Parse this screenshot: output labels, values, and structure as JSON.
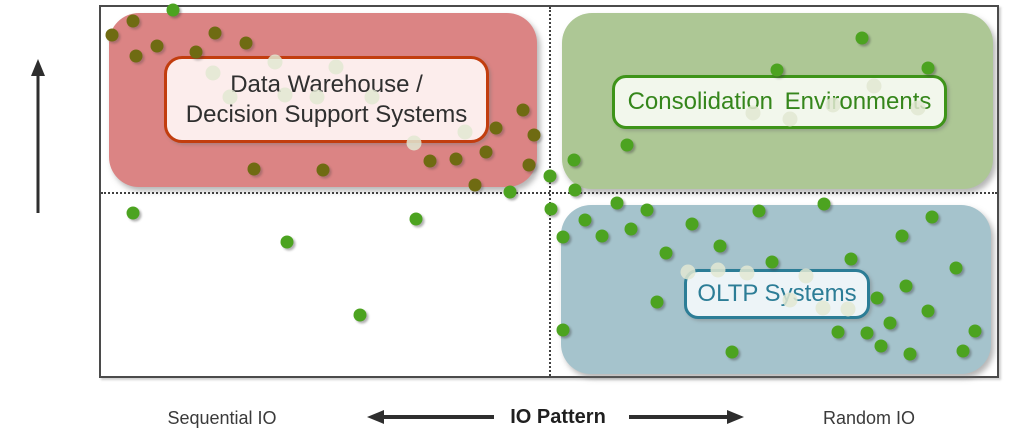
{
  "diagram": {
    "type": "quadrant-diagram",
    "x_axis": {
      "left_end": "Sequential IO",
      "label": "IO Pattern",
      "right_end": "Random IO"
    },
    "regions": {
      "dw": {
        "quadrant": "top-left",
        "line1": "Data Warehouse /",
        "line2": "Decision Support Systems",
        "fill": "#DB8484",
        "box_fill": "#FCEDEC",
        "box_border": "#C23D0E",
        "text_color": "#2F2F2F"
      },
      "consolidation": {
        "quadrant": "top-right",
        "label": "Consolidation Environments",
        "fill": "#ADC795",
        "box_fill": "#F2F7EC",
        "box_border": "#3E9419",
        "text_color": "#35861B"
      },
      "oltp": {
        "quadrant": "bottom-right",
        "label": "OLTP Systems",
        "fill": "#A5C3CC",
        "box_fill": "#EDF4F7",
        "box_border": "#2C7D96",
        "text_color": "#2C7D96"
      }
    },
    "dot_colors": {
      "bright": "#4CA320",
      "olive": "#6F6B12",
      "pale": "#E2E7D2"
    },
    "dots": [
      [
        112,
        35,
        "o"
      ],
      [
        133,
        21,
        "o"
      ],
      [
        157,
        46,
        "o"
      ],
      [
        136,
        56,
        "o"
      ],
      [
        196,
        52,
        "o"
      ],
      [
        215,
        33,
        "o"
      ],
      [
        246,
        43,
        "o"
      ],
      [
        254,
        169,
        "o"
      ],
      [
        323,
        170,
        "o"
      ],
      [
        430,
        161,
        "o"
      ],
      [
        456,
        159,
        "o"
      ],
      [
        486,
        152,
        "o"
      ],
      [
        496,
        128,
        "o"
      ],
      [
        523,
        110,
        "o"
      ],
      [
        534,
        135,
        "o"
      ],
      [
        529,
        165,
        "o"
      ],
      [
        475,
        185,
        "o"
      ],
      [
        173,
        10,
        "b"
      ],
      [
        213,
        73,
        "p"
      ],
      [
        230,
        97,
        "p"
      ],
      [
        275,
        62,
        "p"
      ],
      [
        285,
        95,
        "p"
      ],
      [
        317,
        97,
        "p"
      ],
      [
        336,
        67,
        "p"
      ],
      [
        372,
        97,
        "p"
      ],
      [
        414,
        143,
        "p"
      ],
      [
        465,
        132,
        "p"
      ],
      [
        862,
        38,
        "b"
      ],
      [
        777,
        70,
        "b"
      ],
      [
        928,
        68,
        "b"
      ],
      [
        627,
        145,
        "b"
      ],
      [
        574,
        160,
        "b"
      ],
      [
        550,
        176,
        "b"
      ],
      [
        575,
        190,
        "b"
      ],
      [
        753,
        113,
        "p"
      ],
      [
        790,
        119,
        "p"
      ],
      [
        833,
        105,
        "p"
      ],
      [
        874,
        86,
        "p"
      ],
      [
        918,
        108,
        "p"
      ],
      [
        133,
        213,
        "b"
      ],
      [
        287,
        242,
        "b"
      ],
      [
        416,
        219,
        "b"
      ],
      [
        360,
        315,
        "b"
      ],
      [
        510,
        192,
        "b"
      ],
      [
        551,
        209,
        "b"
      ],
      [
        617,
        203,
        "b"
      ],
      [
        647,
        210,
        "b"
      ],
      [
        585,
        220,
        "b"
      ],
      [
        563,
        237,
        "b"
      ],
      [
        602,
        236,
        "b"
      ],
      [
        631,
        229,
        "b"
      ],
      [
        692,
        224,
        "b"
      ],
      [
        720,
        246,
        "b"
      ],
      [
        666,
        253,
        "b"
      ],
      [
        759,
        211,
        "b"
      ],
      [
        824,
        204,
        "b"
      ],
      [
        932,
        217,
        "b"
      ],
      [
        902,
        236,
        "b"
      ],
      [
        851,
        259,
        "b"
      ],
      [
        772,
        262,
        "b"
      ],
      [
        956,
        268,
        "b"
      ],
      [
        877,
        298,
        "b"
      ],
      [
        906,
        286,
        "b"
      ],
      [
        928,
        311,
        "b"
      ],
      [
        890,
        323,
        "b"
      ],
      [
        838,
        332,
        "b"
      ],
      [
        867,
        333,
        "b"
      ],
      [
        881,
        346,
        "b"
      ],
      [
        975,
        331,
        "b"
      ],
      [
        963,
        351,
        "b"
      ],
      [
        910,
        354,
        "b"
      ],
      [
        657,
        302,
        "b"
      ],
      [
        563,
        330,
        "b"
      ],
      [
        732,
        352,
        "b"
      ],
      [
        688,
        272,
        "p"
      ],
      [
        718,
        270,
        "p"
      ],
      [
        747,
        273,
        "p"
      ],
      [
        806,
        276,
        "p"
      ],
      [
        790,
        300,
        "p"
      ],
      [
        823,
        308,
        "p"
      ],
      [
        848,
        309,
        "p"
      ]
    ]
  }
}
